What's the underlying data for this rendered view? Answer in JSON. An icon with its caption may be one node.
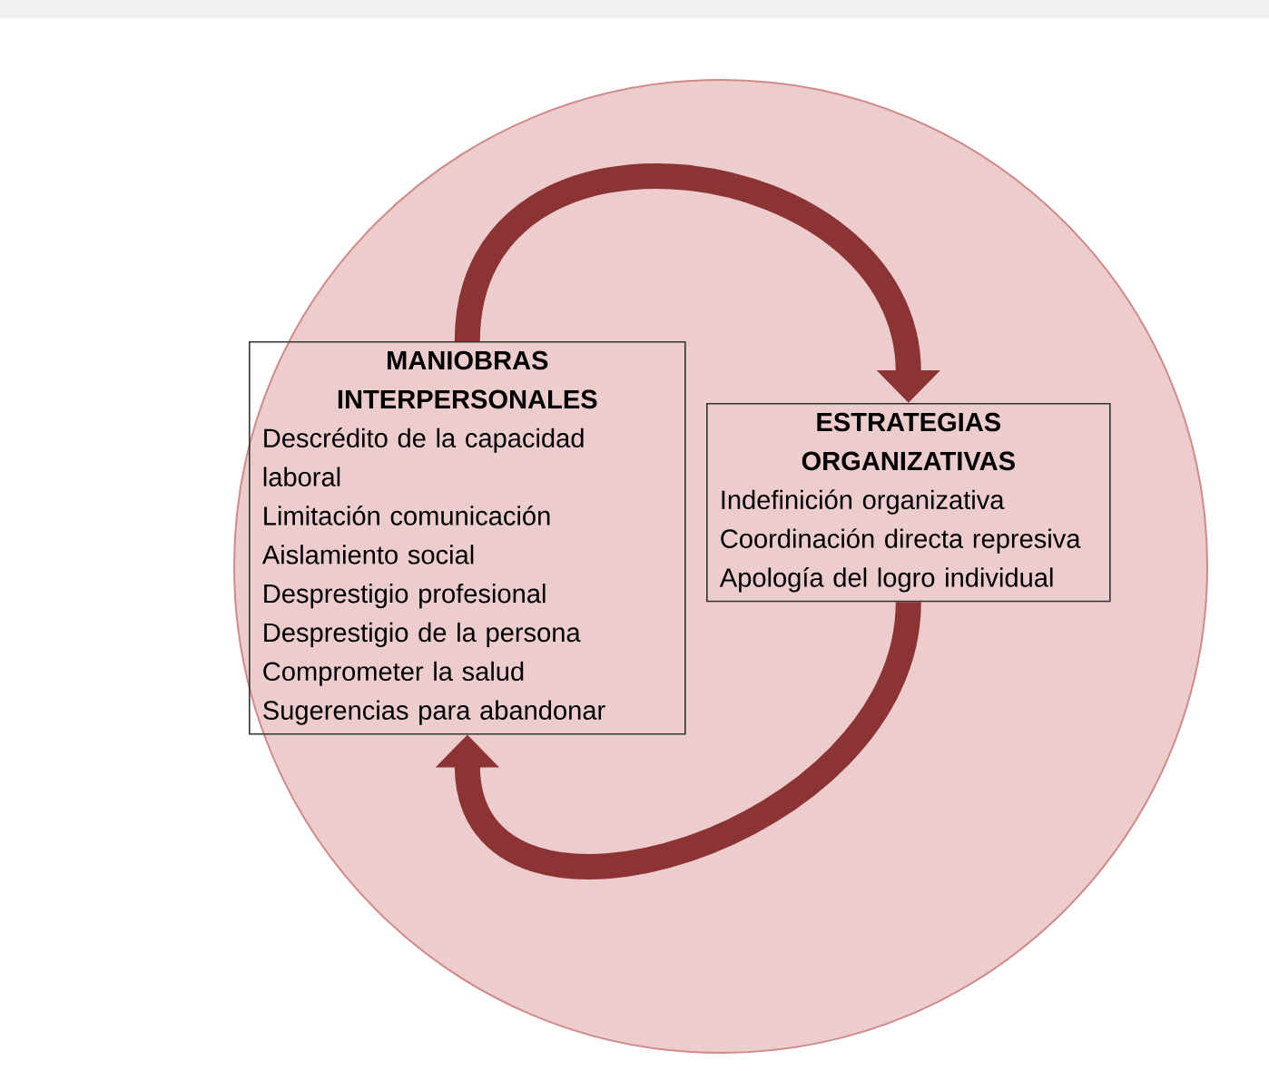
{
  "diagram": {
    "nodes": [
      {
        "text": [],
        "shape": "circle"
      },
      {
        "text": [
          "MANIOBRAS INTERPERSONALES",
          "Descrédito de la capacidad laboral",
          "Limitación comunicación",
          "Aislamiento social",
          "Desprestigio profesional",
          "Desprestigio de la persona",
          "Comprometer la salud",
          "Sugerencias para abandonar"
        ],
        "in": 0
      },
      {
        "text": [
          "ESTRATEGIAS ORGANIZATIVAS",
          "Indefinición organizativa",
          "Coordinación directa represiva",
          "Apología del logro individual"
        ],
        "in": 0
      }
    ],
    "edges": [
      {
        "from": 1,
        "to": 2,
        "arrow": "to"
      },
      {
        "from": 2,
        "to": 1,
        "arrow": "to"
      }
    ]
  }
}
